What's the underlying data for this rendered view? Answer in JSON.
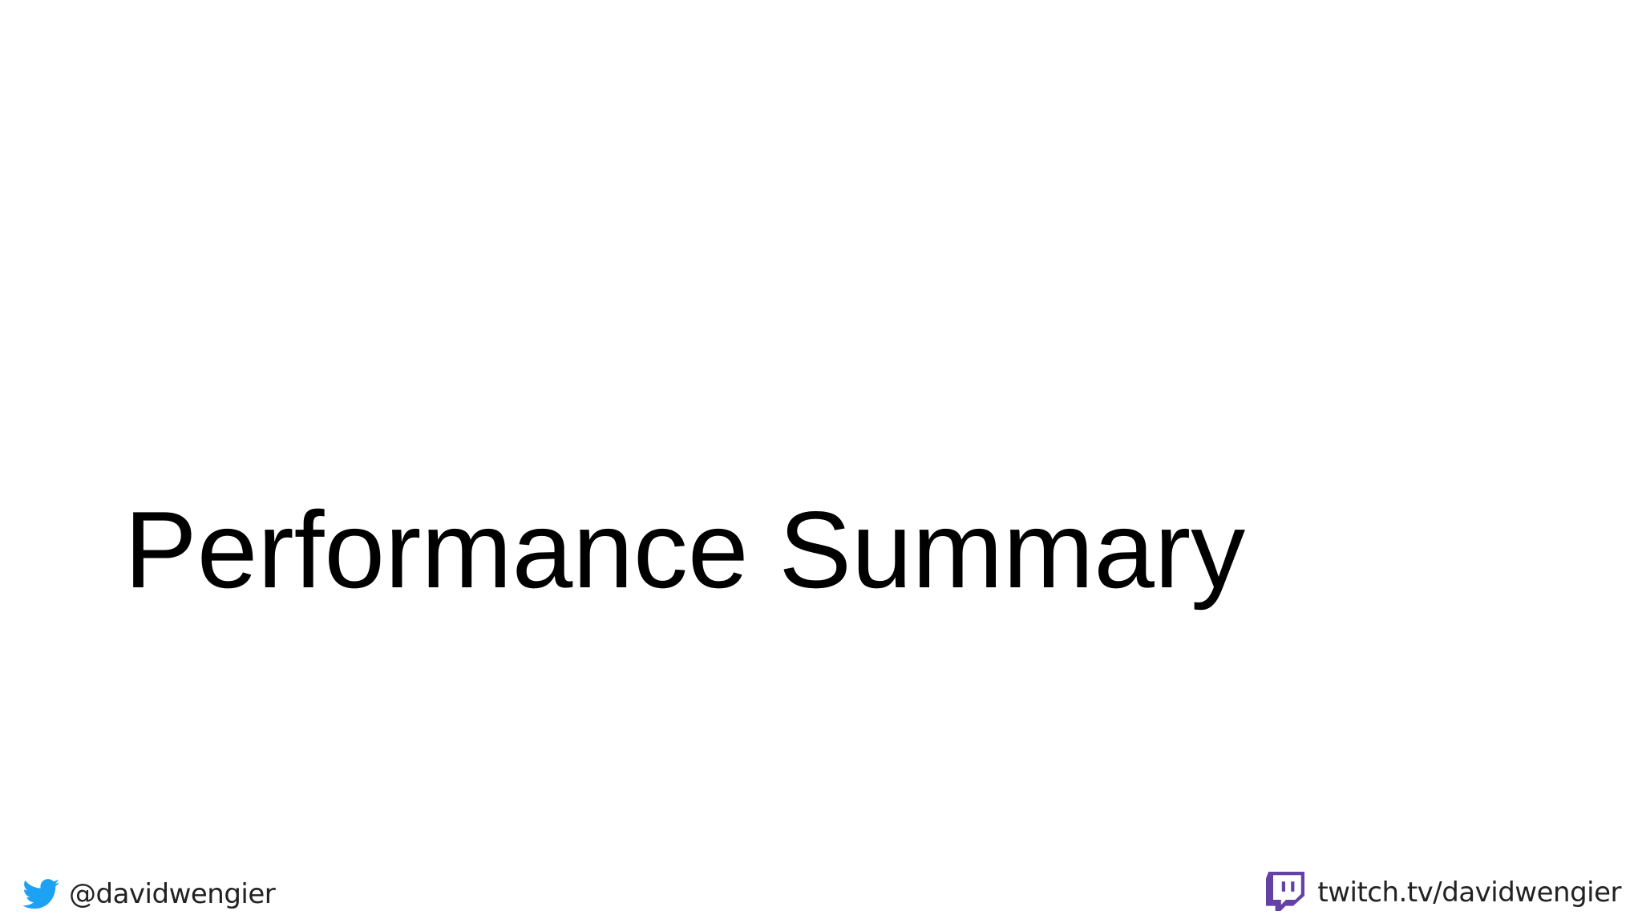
{
  "slide": {
    "title": "Performance Summary"
  },
  "footer": {
    "twitter_handle": "@davidwengier",
    "twitch_url": "twitch.tv/davidwengier"
  },
  "colors": {
    "background": "#ffffff",
    "title_text": "#000000",
    "footer_text": "#222222",
    "twitter_brand": "#1da1f2",
    "twitch_brand": "#6441a4"
  },
  "icons": {
    "footer_left": "twitter-bird-icon",
    "footer_right": "twitch-logo-icon"
  }
}
